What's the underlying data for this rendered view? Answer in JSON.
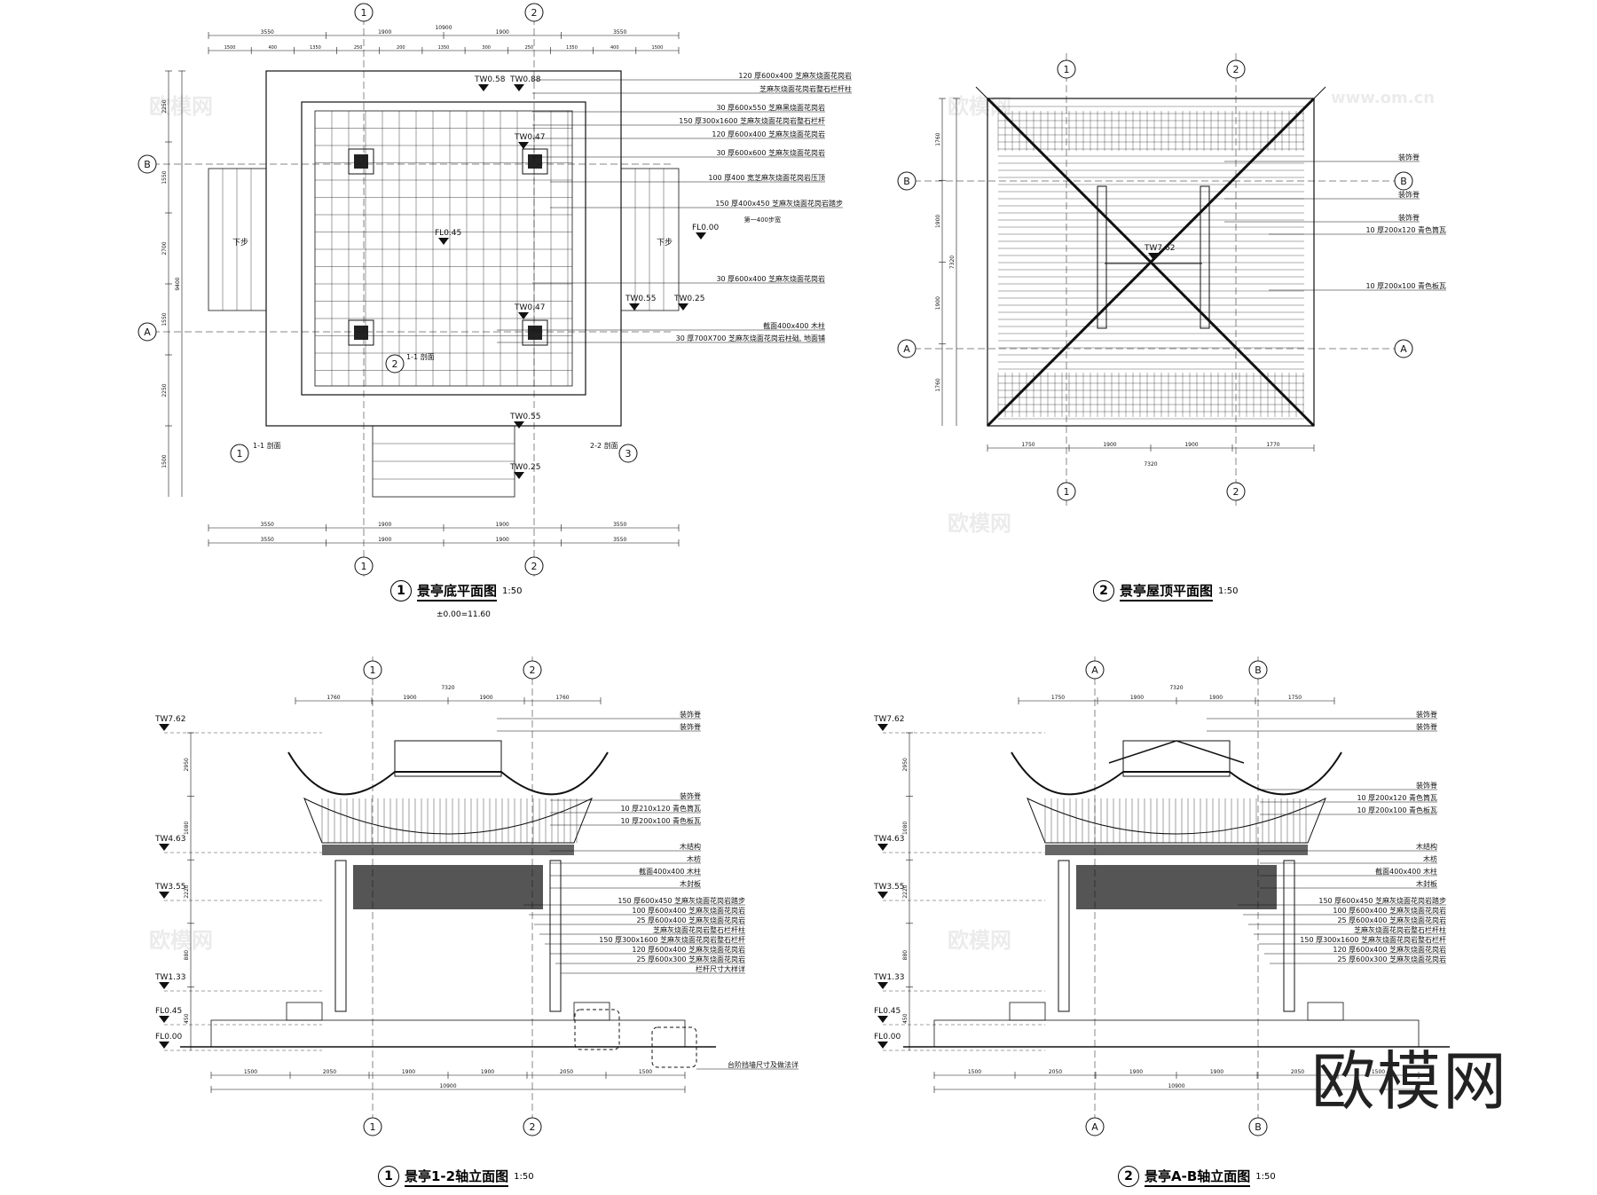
{
  "panels": [
    {
      "num": "1",
      "title": "景亭底平面图",
      "scale": "1:50",
      "note": "±0.00=11.60"
    },
    {
      "num": "2",
      "title": "景亭屋顶平面图",
      "scale": "1:50"
    },
    {
      "num": "1",
      "title": "景亭1-2轴立面图",
      "scale": "1:50"
    },
    {
      "num": "2",
      "title": "景亭A-B轴立面图",
      "scale": "1:50"
    }
  ],
  "watermark": "欧模网",
  "watermark_small": [
    "欧模网",
    "www.om.cn"
  ],
  "plan": {
    "axes": [
      "1",
      "2",
      "A",
      "B"
    ],
    "top_dims_total": "10900",
    "top_dims_1": [
      "3550",
      "1900",
      "1900",
      "3550"
    ],
    "top_dims_2": [
      "1500",
      "400",
      "1350",
      "250",
      "200",
      "1350",
      "300",
      "250",
      "1350",
      "400",
      "1500"
    ],
    "left_dims": [
      "9400",
      "2250",
      "1550",
      "2700",
      "1550",
      "2250",
      "1500"
    ],
    "levels": [
      "TW0.58",
      "TW0.88",
      "TW0.47",
      "FL0.45",
      "FL0.00",
      "TW0.47",
      "TW0.55",
      "TW0.25",
      "TW0.55",
      "TW0.25"
    ],
    "misc": [
      "下步",
      "下步",
      "1-1 剖面",
      "2-2 剖面",
      "1-1 剖面"
    ],
    "callouts": [
      "120 厚600x400 芝麻灰烧面花岗岩",
      "芝麻灰烧面花岗岩整石栏杆柱",
      "30 厚600x550 芝麻黑烧面花岗岩",
      "150 厚300x1600 芝麻灰烧面花岗岩整石栏杆",
      "120 厚600x400 芝麻灰烧面花岗岩",
      "30 厚600x600 芝麻灰烧面花岗岩",
      "100 厚400 宽芝麻灰烧面花岗岩压顶",
      "150 厚400x450 芝麻灰烧面花岗岩踏步",
      "第一400步宽",
      "30 厚600x400 芝麻灰烧面花岗岩",
      "截面400x400 木柱",
      "30 厚700X700 芝麻灰烧面花岗岩柱础, 地面铺"
    ]
  },
  "roof": {
    "axes": [
      "1",
      "2",
      "A",
      "B"
    ],
    "level": "TW7.62",
    "bottom_dims": [
      "1750",
      "1900",
      "1900",
      "1770"
    ],
    "bottom_total": "7320",
    "left_dims": [
      "1760",
      "1900",
      "7320",
      "1900",
      "1760"
    ],
    "callouts": [
      "装饰脊",
      "装饰脊",
      "装饰脊",
      "10 厚200x120 青色筒瓦",
      "10 厚200x100 青色板瓦"
    ]
  },
  "elev1": {
    "axes": [
      "1",
      "2"
    ],
    "top_total": "7320",
    "top_dims": [
      "1760",
      "1900",
      "1900",
      "1760"
    ],
    "levels": [
      "TW7.62",
      "TW4.63",
      "TW3.55",
      "TW1.33",
      "FL0.45",
      "FL0.00"
    ],
    "bottom_dims": [
      "1500",
      "2050",
      "1900",
      "1900",
      "2050",
      "1500"
    ],
    "bottom_total": "10900",
    "callouts": [
      "装饰脊",
      "装饰脊",
      "装饰脊",
      "10 厚210x120 青色筒瓦",
      "10 厚200x100 青色板瓦",
      "木结构",
      "木枋",
      "截面400x400 木柱",
      "木封板",
      "150 厚600x450 芝麻灰烧面花岗岩踏步",
      "100 厚600x400 芝麻灰烧面花岗岩",
      "25 厚600x400 芝麻灰烧面花岗岩",
      "芝麻灰烧面花岗岩整石栏杆柱",
      "150 厚300x1600 芝麻灰烧面花岗岩整石栏杆",
      "120 厚600x400 芝麻灰烧面花岗岩",
      "25 厚600x300 芝麻灰烧面花岗岩",
      "栏杆尺寸大样详",
      "台阶挡墙尺寸及做法详"
    ]
  },
  "elev2": {
    "axes": [
      "A",
      "B"
    ],
    "top_total": "7320",
    "top_dims": [
      "1750",
      "1900",
      "1900",
      "1750"
    ],
    "levels": [
      "TW7.62",
      "TW4.63",
      "TW3.55",
      "TW1.33",
      "FL0.45",
      "FL0.00"
    ],
    "bottom_dims": [
      "1500",
      "2050",
      "1900",
      "1900",
      "2050",
      "1500"
    ],
    "bottom_total": "10900",
    "callouts": [
      "装饰脊",
      "装饰脊",
      "装饰脊",
      "10 厚200x120 青色筒瓦",
      "10 厚200x100 青色板瓦",
      "木结构",
      "木枋",
      "截面400x400 木柱",
      "木封板",
      "150 厚600x450 芝麻灰烧面花岗岩踏步",
      "100 厚600x400 芝麻灰烧面花岗岩",
      "25 厚600x400 芝麻灰烧面花岗岩",
      "芝麻灰烧面花岗岩整石栏杆柱",
      "150 厚300x1600 芝麻灰烧面花岗岩整石栏杆",
      "120 厚600x400 芝麻灰烧面花岗岩",
      "25 厚600x300 芝麻灰烧面花岗岩"
    ]
  }
}
